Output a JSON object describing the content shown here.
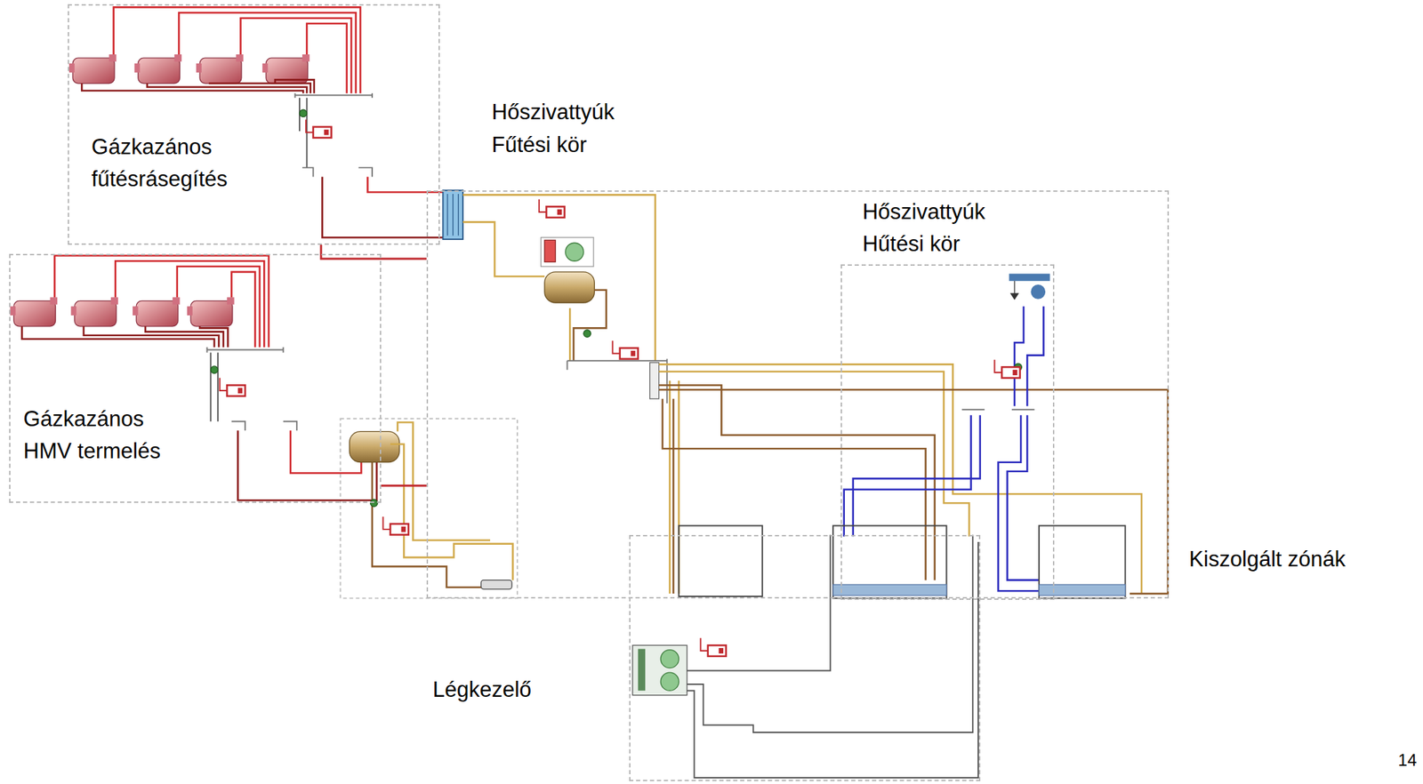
{
  "diagram": {
    "nodes": [
      {
        "text": [
          "Gázkazános fűtésrásegítés"
        ]
      },
      {
        "text": [
          "Gázkazános HMV termelés"
        ]
      },
      {
        "text": [
          "Hőszivattyúk Fűtési kör"
        ]
      },
      {
        "text": [
          "Hőszivattyúk Hűtési kör"
        ],
        "in": 2
      },
      {
        "text": [
          "Légkezelő"
        ]
      }
    ],
    "edges": [
      {
        "from": 0,
        "to": 2,
        "arrow": "none"
      },
      {
        "from": 1,
        "to": 2,
        "arrow": "none"
      }
    ],
    "labels": [
      "Kiszolgált zónák",
      "14"
    ]
  }
}
